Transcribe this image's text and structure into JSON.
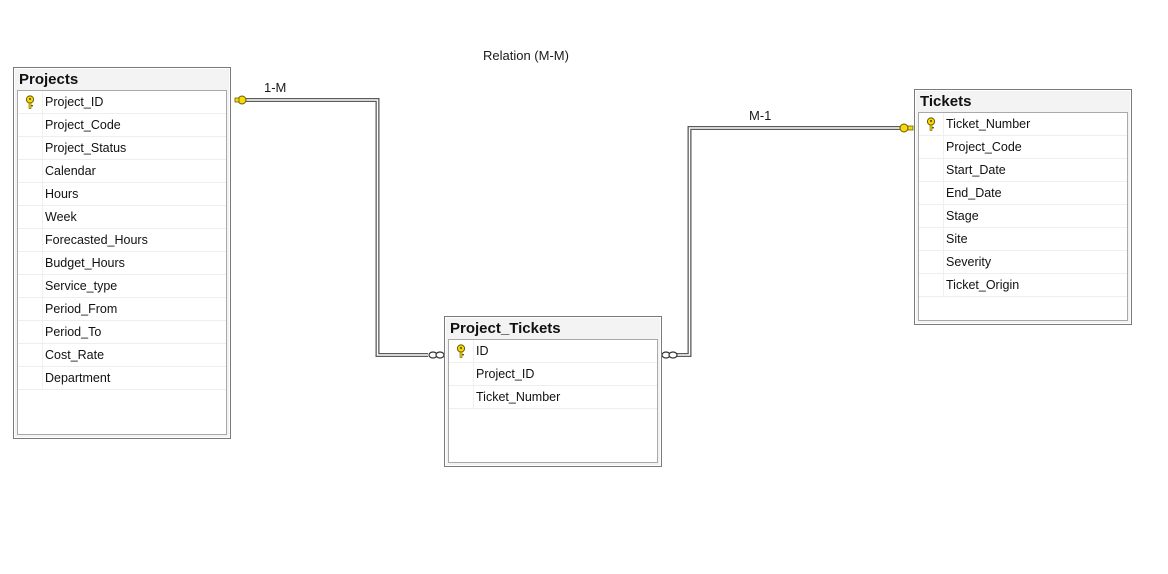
{
  "diagram_title": "Relation (M-M)",
  "relationships": [
    {
      "label": "1-M"
    },
    {
      "label": "M-1"
    }
  ],
  "tables": {
    "projects": {
      "title": "Projects",
      "columns": [
        "Project_ID",
        "Project_Code",
        "Project_Status",
        "Calendar",
        "Hours",
        "Week",
        "Forecasted_Hours",
        "Budget_Hours",
        "Service_type",
        "Period_From",
        "Period_To",
        "Cost_Rate",
        "Department"
      ]
    },
    "project_tickets": {
      "title": "Project_Tickets",
      "columns": [
        "ID",
        "Project_ID",
        "Ticket_Number"
      ]
    },
    "tickets": {
      "title": "Tickets",
      "columns": [
        "Ticket_Number",
        "Project_Code",
        "Start_Date",
        "End_Date",
        "Stage",
        "Site",
        "Severity",
        "Ticket_Origin"
      ]
    }
  },
  "colors": {
    "key_fill": "#f5d90a",
    "key_stroke": "#6b5a00",
    "line": "#555555"
  },
  "icons": {
    "primary_key": "key-icon",
    "one_end": "key-endpoint-icon",
    "many_end": "infinity-icon"
  }
}
